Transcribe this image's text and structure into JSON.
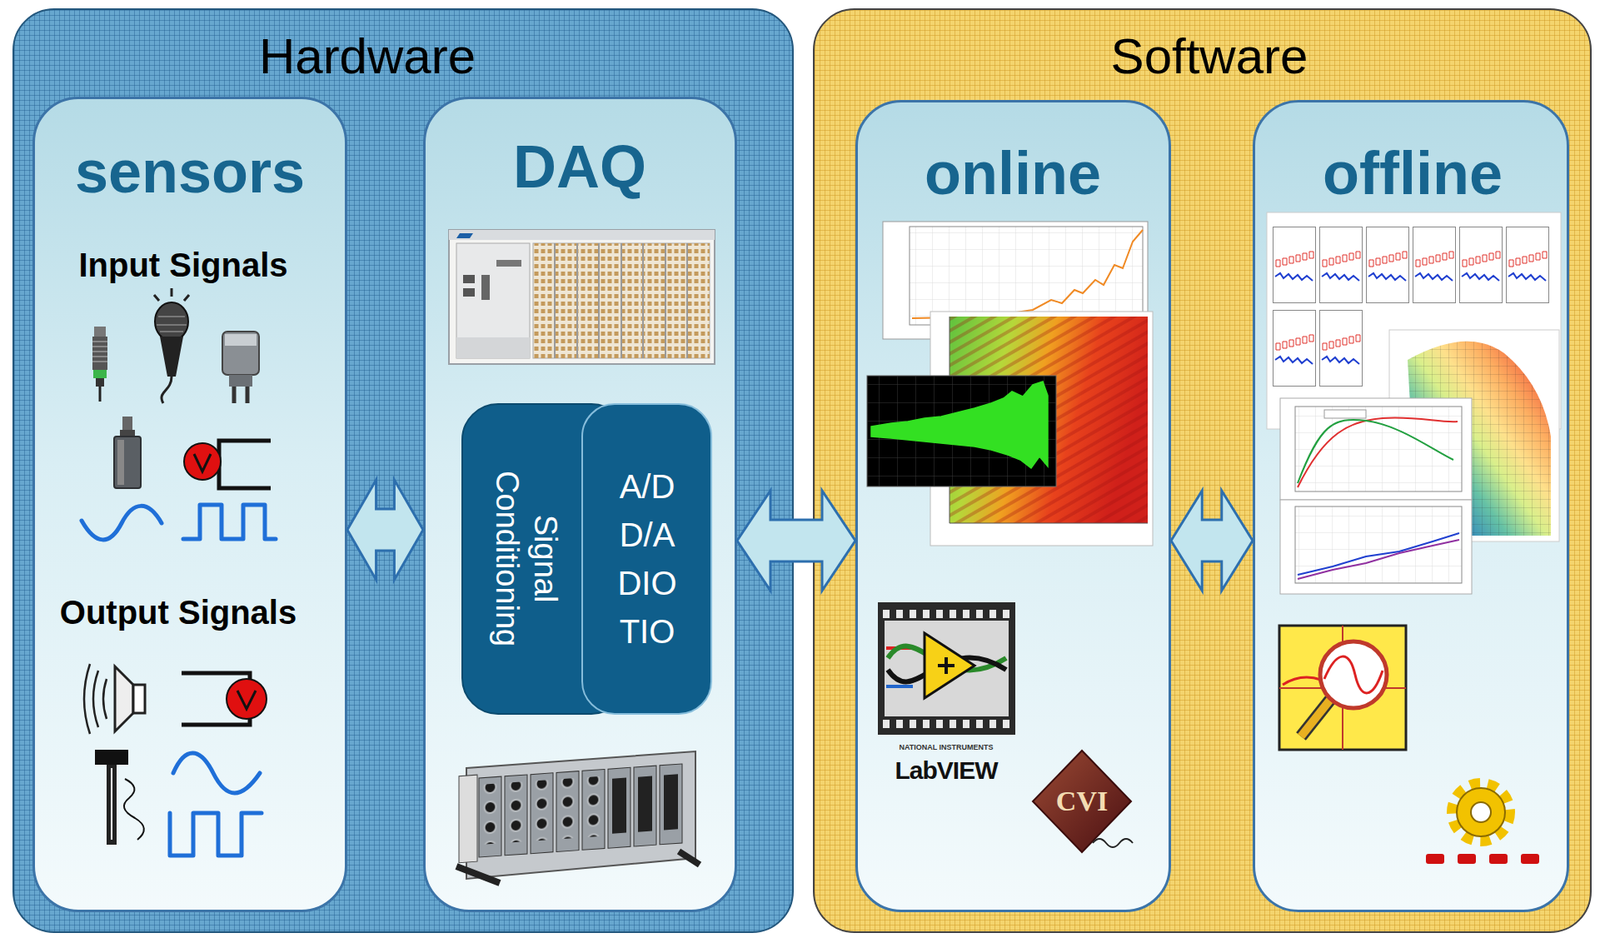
{
  "diagram": {
    "nodes": [
      {
        "text": [
          "Hardware"
        ]
      },
      {
        "text": [
          "sensors",
          "Input Signals",
          "Output Signals"
        ],
        "in": 0
      },
      {
        "text": [
          "DAQ"
        ],
        "in": 0
      },
      {
        "text": [
          "Signal Conditioning"
        ],
        "in": 2
      },
      {
        "text": [
          "A/D D/A DIO TIO"
        ],
        "in": 2
      },
      {
        "text": [
          "Software"
        ]
      },
      {
        "text": [
          "online"
        ],
        "in": 5
      },
      {
        "text": [
          "offline"
        ],
        "in": 5
      }
    ],
    "edges": [
      {
        "from": 1,
        "to": 2,
        "arrow": "both"
      },
      {
        "from": 2,
        "to": 6,
        "arrow": "both"
      },
      {
        "from": 6,
        "to": 7,
        "arrow": "both"
      }
    ],
    "labels": [
      "NATIONAL INSTRUMENTS",
      "LabVIEW",
      "CVI"
    ]
  }
}
